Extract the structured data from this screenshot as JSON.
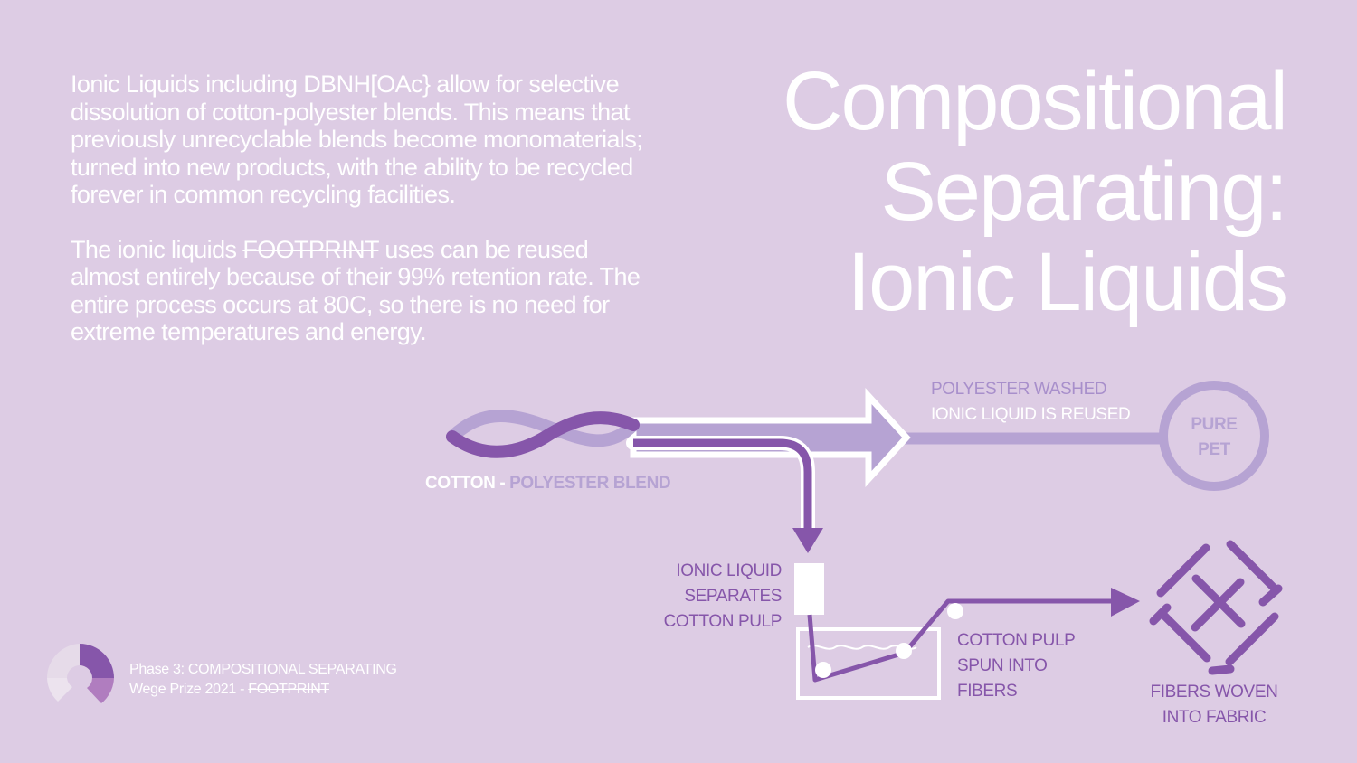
{
  "colors": {
    "background": "#ddcce4",
    "dark_purple": "#8656aa",
    "light_purple": "#b6a3d3",
    "mid_purple": "#a88fcb",
    "text_white": "#ffffff"
  },
  "intro": {
    "paragraph1": "Ionic Liquids including DBNH[OAc} allow for selective dissolution of cotton-polyester blends. This means that previously unrecyclable blends become monomaterials; turned into new products, with the ability to be recycled forever in common recycling facilities.",
    "paragraph2_before": "The ionic liquids ",
    "paragraph2_strike": "FOOTPRINT",
    "paragraph2_after": " uses can be reused almost entirely because of their 99%  retention rate. The entire process occurs at 80C, so there is no need for extreme temperatures and energy."
  },
  "title": {
    "line1": "Compositional",
    "line2": "Separating:",
    "line3": "Ionic Liquids"
  },
  "diagram": {
    "blend_label_cotton": "COTTON",
    "blend_label_sep": " - ",
    "blend_label_polyester": "POLYESTER BLEND",
    "polyester_line1": "POLYESTER WASHED",
    "polyester_line2": "IONIC LIQUID IS REUSED",
    "pet_line1": "PURE",
    "pet_line2": "PET",
    "ionic_line1": "IONIC LIQUID",
    "ionic_line2": "SEPARATES",
    "ionic_line3": "COTTON PULP",
    "spun_line1": "COTTON PULP",
    "spun_line2": "SPUN INTO",
    "spun_line3": "FIBERS",
    "woven_line1": "FIBERS WOVEN",
    "woven_line2": "INTO FABRIC"
  },
  "footer": {
    "phase": "Phase 3: COMPOSITIONAL SEPARATING",
    "prize_prefix": "Wege Prize 2021 - ",
    "prize_strike": "FOOTPRINT"
  },
  "icons": {
    "logo": "arc-logo-icon",
    "fabric": "woven-fabric-icon"
  }
}
